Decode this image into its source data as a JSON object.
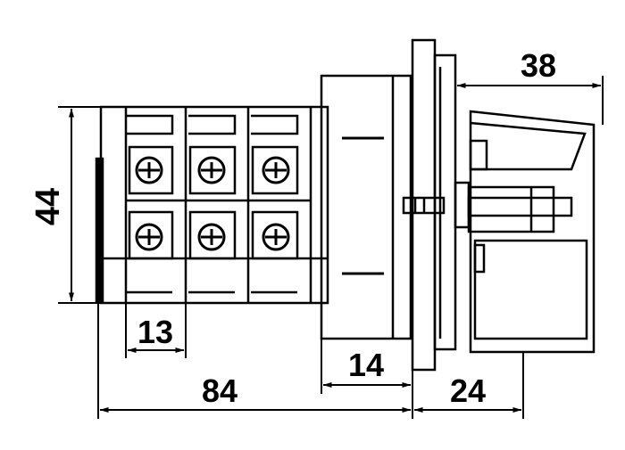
{
  "drawing": {
    "dimensions": {
      "height_left": "44",
      "terminal_pitch": "13",
      "overall_length": "84",
      "body_depth": "14",
      "front_depth": "24",
      "handle_length": "38"
    },
    "colors": {
      "line": "#000000",
      "background": "#ffffff"
    },
    "terminal_rows": 2,
    "terminal_cols": 3
  }
}
